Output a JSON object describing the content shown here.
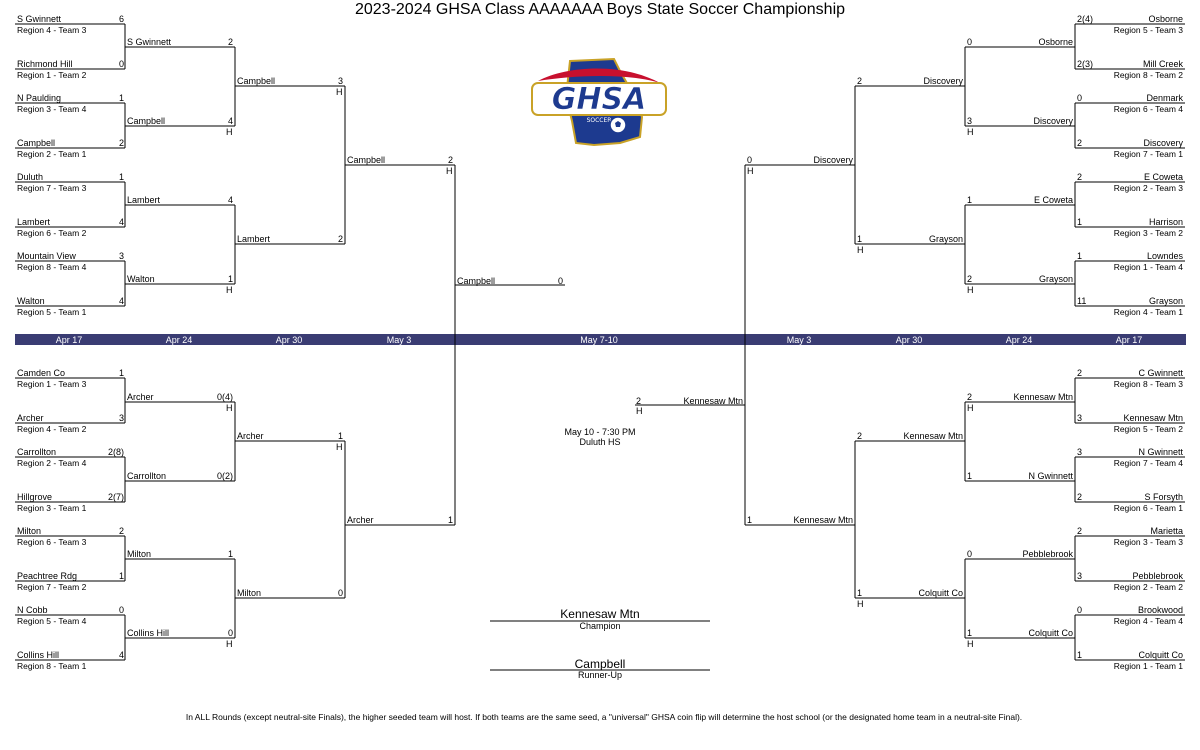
{
  "title": "2023-2024 GHSA Class AAAAAAA Boys State Soccer Championship",
  "logo": {
    "text": "GHSA",
    "subtext": "SOCCER",
    "colors": {
      "navy": "#1d3a8f",
      "red": "#c8102e",
      "gold": "#c9a227"
    }
  },
  "band": {
    "color": "#3a3c73",
    "dates": [
      "Apr 17",
      "Apr 24",
      "Apr 30",
      "May 3",
      "May 7-10",
      "May 3",
      "Apr 30",
      "Apr 24",
      "Apr 17"
    ]
  },
  "r1": [
    {
      "team": "S Gwinnett",
      "seed": "Region 4 - Team 3",
      "score": "6"
    },
    {
      "team": "Richmond Hill",
      "seed": "Region 1 - Team 2",
      "score": "0"
    },
    {
      "team": "N Paulding",
      "seed": "Region 3 - Team 4",
      "score": "1"
    },
    {
      "team": "Campbell",
      "seed": "Region 2 - Team 1",
      "score": "2"
    },
    {
      "team": "Duluth",
      "seed": "Region 7 - Team 3",
      "score": "1"
    },
    {
      "team": "Lambert",
      "seed": "Region 6 - Team 2",
      "score": "4"
    },
    {
      "team": "Mountain View",
      "seed": "Region 8 - Team 4",
      "score": "3"
    },
    {
      "team": "Walton",
      "seed": "Region 5 - Team 1",
      "score": "4"
    },
    {
      "team": "Camden Co",
      "seed": "Region 1 - Team 3",
      "score": "1"
    },
    {
      "team": "Archer",
      "seed": "Region 4 - Team 2",
      "score": "3"
    },
    {
      "team": "Carrollton",
      "seed": "Region 2 - Team 4",
      "score": "2(8)"
    },
    {
      "team": "Hillgrove",
      "seed": "Region 3 - Team 1",
      "score": "2(7)"
    },
    {
      "team": "Milton",
      "seed": "Region 6 - Team 3",
      "score": "2"
    },
    {
      "team": "Peachtree Rdg",
      "seed": "Region 7 - Team 2",
      "score": "1"
    },
    {
      "team": "N Cobb",
      "seed": "Region 5 - Team 4",
      "score": "0"
    },
    {
      "team": "Collins Hill",
      "seed": "Region 8 - Team 1",
      "score": "4"
    },
    {
      "team": "Osborne",
      "seed": "Region 5 - Team 3",
      "score": "2(4)"
    },
    {
      "team": "Mill Creek",
      "seed": "Region 8 - Team 2",
      "score": "2(3)"
    },
    {
      "team": "Denmark",
      "seed": "Region 6 - Team 4",
      "score": "0"
    },
    {
      "team": "Discovery",
      "seed": "Region 7 - Team 1",
      "score": "2"
    },
    {
      "team": "E Coweta",
      "seed": "Region 2 - Team 3",
      "score": "2"
    },
    {
      "team": "Harrison",
      "seed": "Region 3 - Team 2",
      "score": "1"
    },
    {
      "team": "Lowndes",
      "seed": "Region 1 - Team 4",
      "score": "1"
    },
    {
      "team": "Grayson",
      "seed": "Region 4 - Team 1",
      "score": "11"
    },
    {
      "team": "C Gwinnett",
      "seed": "Region 8 - Team 3",
      "score": "2"
    },
    {
      "team": "Kennesaw Mtn",
      "seed": "Region 5 - Team 2",
      "score": "3"
    },
    {
      "team": "N Gwinnett",
      "seed": "Region 7 - Team 4",
      "score": "3"
    },
    {
      "team": "S Forsyth",
      "seed": "Region 6 - Team 1",
      "score": "2"
    },
    {
      "team": "Marietta",
      "seed": "Region 3 - Team 3",
      "score": "2"
    },
    {
      "team": "Pebblebrook",
      "seed": "Region 2 - Team 2",
      "score": "3"
    },
    {
      "team": "Brookwood",
      "seed": "Region 4 - Team 4",
      "score": "0"
    },
    {
      "team": "Colquitt Co",
      "seed": "Region 1 - Team 1",
      "score": "1"
    }
  ],
  "r2": [
    {
      "team": "S Gwinnett",
      "score": "2",
      "host": ""
    },
    {
      "team": "Campbell",
      "score": "4",
      "host": "H"
    },
    {
      "team": "Lambert",
      "score": "4",
      "host": ""
    },
    {
      "team": "Walton",
      "score": "1",
      "host": "H"
    },
    {
      "team": "Archer",
      "score": "0(4)",
      "host": "H"
    },
    {
      "team": "Carrollton",
      "score": "0(2)",
      "host": ""
    },
    {
      "team": "Milton",
      "score": "1",
      "host": ""
    },
    {
      "team": "Collins Hill",
      "score": "0",
      "host": "H"
    },
    {
      "team": "Osborne",
      "score": "0",
      "host": ""
    },
    {
      "team": "Discovery",
      "score": "3",
      "host": "H"
    },
    {
      "team": "E Coweta",
      "score": "1",
      "host": ""
    },
    {
      "team": "Grayson",
      "score": "2",
      "host": "H"
    },
    {
      "team": "Kennesaw Mtn",
      "score": "2",
      "host": "H"
    },
    {
      "team": "N Gwinnett",
      "score": "1",
      "host": ""
    },
    {
      "team": "Pebblebrook",
      "score": "0",
      "host": ""
    },
    {
      "team": "Colquitt Co",
      "score": "1",
      "host": "H"
    }
  ],
  "r3": [
    {
      "team": "Campbell",
      "score": "3",
      "host": "H"
    },
    {
      "team": "Lambert",
      "score": "2",
      "host": ""
    },
    {
      "team": "Archer",
      "score": "1",
      "host": "H"
    },
    {
      "team": "Milton",
      "score": "0",
      "host": ""
    },
    {
      "team": "Discovery",
      "score": "2",
      "host": ""
    },
    {
      "team": "Grayson",
      "score": "1",
      "host": "H"
    },
    {
      "team": "Kennesaw Mtn",
      "score": "2",
      "host": ""
    },
    {
      "team": "Colquitt Co",
      "score": "1",
      "host": "H"
    }
  ],
  "r4": [
    {
      "team": "Campbell",
      "score": "2",
      "host": "H"
    },
    {
      "team": "Archer",
      "score": "1",
      "host": ""
    },
    {
      "team": "Discovery",
      "score": "0",
      "host": "H"
    },
    {
      "team": "Kennesaw Mtn",
      "score": "1",
      "host": ""
    }
  ],
  "final": {
    "top": {
      "team": "Campbell",
      "score": "0"
    },
    "bottom": {
      "team": "Kennesaw Mtn",
      "score": "2",
      "host": "H"
    },
    "info_date": "May 10 - 7:30 PM",
    "info_venue": "Duluth HS"
  },
  "champion": {
    "team": "Kennesaw Mtn",
    "label": "Champion"
  },
  "runnerup": {
    "team": "Campbell",
    "label": "Runner-Up"
  },
  "footnote": "In ALL Rounds (except neutral-site Finals), the higher seeded team will host. If both teams are the same seed, a \"universal\" GHSA coin flip will determine the host school (or the designated home team in a neutral-site Final)."
}
